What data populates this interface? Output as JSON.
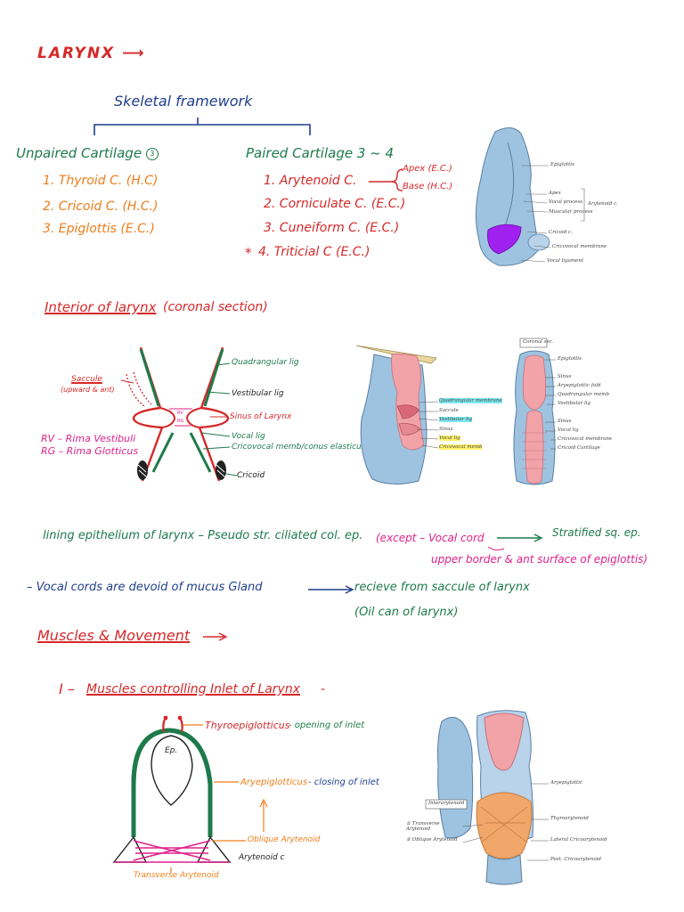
{
  "title": "LARYNX",
  "skeletal": {
    "heading": "Skeletal framework",
    "unpaired": {
      "heading": "Unpaired Cartilage",
      "count": "3",
      "items": [
        "1. Thyroid C. (H.C)",
        "2. Cricoid C. (H.C.)",
        "3. Epiglottis (E.C.)"
      ]
    },
    "paired": {
      "heading": "Paired Cartilage",
      "count": "3 ~ 4",
      "items": [
        "1. Arytenoid C.",
        "2. Corniculate C. (E.C.)",
        "3. Cuneiform C. (E.C.)",
        "4. Triticial C (E.C.)"
      ],
      "star": "*",
      "arytenoid_parts": [
        "Apex (E.C.)",
        "Base (H.C.)"
      ]
    },
    "figure_labels": [
      "Epiglottis",
      "Apex",
      "Vocal process",
      "Muscular process",
      "Arytenoid c.",
      "Cricoid c.",
      "Cricovocal membrane",
      "Vocal ligament"
    ]
  },
  "interior": {
    "heading": "Interior of larynx",
    "subheading": "(coronal section)",
    "labels": {
      "saccule": "Saccule",
      "saccule_note": "(upward & ant)",
      "quadrangular": "Quadrangular lig",
      "vestibular": "Vestibular lig",
      "sinus": "Sinus of Larynx",
      "vocal": "Vocal lig",
      "cricovocal": "Cricovocal memb/conus elasticus",
      "cricoid": "Cricoid",
      "rv": "RV",
      "rg": "RG",
      "rv_def": "RV – Rima Vestibuli",
      "rg_def": "RG – Rima Glotticus"
    },
    "fig2_labels": [
      "Quadrangular membrane",
      "Saccule",
      "Vestibular lig",
      "Sinus",
      "Vocal lig",
      "Cricovocal memb"
    ],
    "fig3_title": "Coronal sec.",
    "fig3_labels": [
      "Epiglottis",
      "Sinus",
      "Aryepiglottic fold",
      "Quadrangular memb",
      "Vestibular lig",
      "Sinus",
      "Vocal lig",
      "Cricovocal membrane",
      "Cricoid Cartilage"
    ]
  },
  "lining": {
    "text": "lining epithelium of larynx – Pseudo str. ciliated col. ep.",
    "except": "(except – Vocal cord",
    "result": "Stratified sq. ep.",
    "line2": "upper border & ant surface of epiglottis)"
  },
  "vocal_cords": {
    "text": "– Vocal cords are devoid of mucus Gland",
    "result": "recieve from saccule of larynx",
    "note": "(Oil can of larynx)"
  },
  "muscles": {
    "heading": "Muscles & Movement",
    "sub_index": "I –",
    "sub_heading": "Muscles controlling Inlet of Larynx",
    "sub_dash": "-",
    "diagram": {
      "ep": "Ep.",
      "thyroepiglotticus": "Thyroepiglotticus",
      "thyro_action": "- opening of inlet",
      "aryepiglotticus": "Aryepiglotticus",
      "ary_action": "- closing of inlet",
      "oblique": "Oblique Arytenoid",
      "arytenoid_c": "Arytenoid c",
      "transverse": "Transverse Arytenoid"
    },
    "figure_labels": {
      "left_box": "Interarytenoid",
      "left_1": "① Transverse Arytenoid",
      "left_2": "② Oblique Arytenoid",
      "right": [
        "Aryepiglottic",
        "Thyroarytenoid",
        "Lateral Cricoarytenoid",
        "Post. Cricoarytenoid"
      ]
    }
  },
  "colors": {
    "red": "#d62828",
    "navy": "#1f3f8c",
    "green": "#1d7a4a",
    "orange": "#f07d1a",
    "pink": "#e0218a",
    "cartilage": "#9ec3e0",
    "mucosa": "#f2a3a8",
    "muscle": "#f1a66a",
    "purple": "#a020f0"
  }
}
